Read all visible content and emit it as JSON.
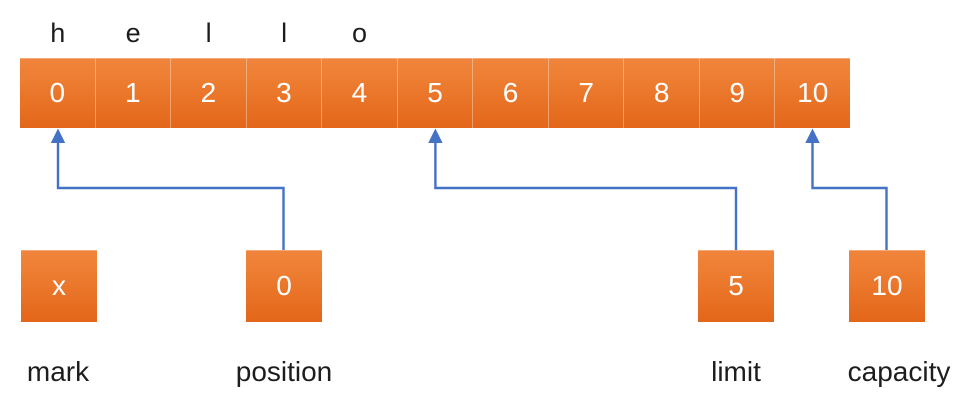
{
  "diagram": {
    "content_letters": [
      "h",
      "e",
      "l",
      "l",
      "o"
    ],
    "index_cells": [
      "0",
      "1",
      "2",
      "3",
      "4",
      "5",
      "6",
      "7",
      "8",
      "9",
      "10"
    ],
    "pointers": {
      "mark": {
        "value": "x",
        "label": "mark"
      },
      "position": {
        "value": "0",
        "label": "position"
      },
      "limit": {
        "value": "5",
        "label": "limit"
      },
      "capacity": {
        "value": "10",
        "label": "capacity"
      }
    },
    "colors": {
      "cell_orange_top": "#F08238",
      "cell_orange_bottom": "#E4661A",
      "arrow_blue": "#4472C4",
      "cell_text": "#FFFFFF",
      "label_text": "#1D1D1D"
    }
  }
}
